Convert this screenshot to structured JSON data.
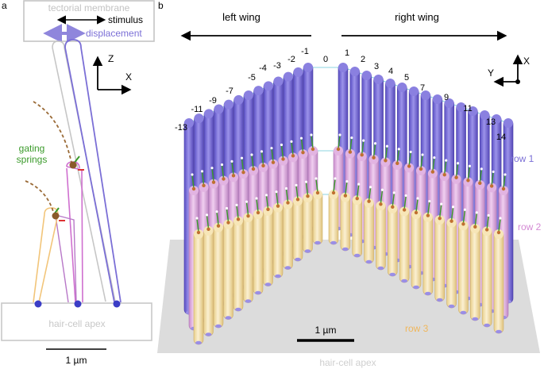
{
  "panels": {
    "a": "a",
    "b": "b"
  },
  "panel_a": {
    "tectorial_membrane": "tectorial membrane",
    "stimulus": "stimulus",
    "displacement": "displacement",
    "axis_z": "Z",
    "axis_x": "X",
    "gating_springs": [
      "gating",
      "springs"
    ],
    "hair_cell_apex": "hair-cell apex",
    "scale_bar": "1 µm"
  },
  "panel_b": {
    "left_wing": "left wing",
    "right_wing": "right wing",
    "axis_y": "Y",
    "axis_x": "X",
    "row_labels": [
      "row 1",
      "row 2",
      "row 3"
    ],
    "left_indices": [
      "-13",
      "-11",
      "-9",
      "-7",
      "-5",
      "-4",
      "-3",
      "-2",
      "-1"
    ],
    "center_index": "0",
    "right_indices": [
      "1",
      "2",
      "3",
      "4",
      "5",
      "7",
      "9",
      "11",
      "13",
      "14"
    ],
    "scale_bar": "1 µm",
    "hair_cell_apex": "hair-cell apex"
  },
  "colors": {
    "row1": "#7b6fd6",
    "row2": "#d9a6d9",
    "row3": "#f3dfa8",
    "gating_spring": "#3a9a2a",
    "tip_link": "#8a5a2a",
    "grey_outline": "#bdbdbd",
    "label_grey": "#c8c8c8"
  }
}
